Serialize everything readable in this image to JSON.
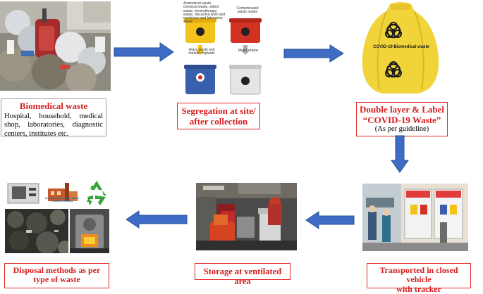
{
  "colors": {
    "arrow_fill": "#3f6cc4",
    "arrow_stroke": "#2a4f99",
    "title_red": "#d81c1c",
    "bag_yellow": "#f1d43a"
  },
  "steps": {
    "biomedical": {
      "title": "Biomedical waste",
      "desc": "Hospital, household, medical shop, laboratories, diagnostic centers, institutes etc."
    },
    "segregation": {
      "title_line1": "Segregation at site/",
      "title_line2": "after collection",
      "bin_labels": {
        "yellow": "Anatomical waste, chemical waste, soiled waste, chemotherapy waste, discarded linen and medicines and laboratory waste",
        "red": "Contaminated plastic waste",
        "blue": "Glass waste and metallic implants",
        "white": "Metal sharps"
      }
    },
    "double_layer": {
      "title_line1": "Double layer & Label",
      "title_line2": "“COVID-19 Waste”",
      "note": "(As per guideline)",
      "bag_label": "COVID-19 Biomedical waste"
    },
    "transport": {
      "title_line1": "Transported in closed vehicle",
      "title_line2": "with tracker"
    },
    "storage": {
      "title": "Storage at ventilated area"
    },
    "disposal": {
      "title_line1": "Disposal methods as per",
      "title_line2": "type of waste",
      "facility_label": "Common Bio-medical Waste Treatment Facility"
    }
  },
  "icons": {
    "arrows": [
      "arrow-right-icon",
      "arrow-right-icon",
      "arrow-down-icon",
      "arrow-left-icon",
      "arrow-left-icon"
    ],
    "biohazard": "biohazard-icon",
    "recycle": "recycle-icon"
  }
}
